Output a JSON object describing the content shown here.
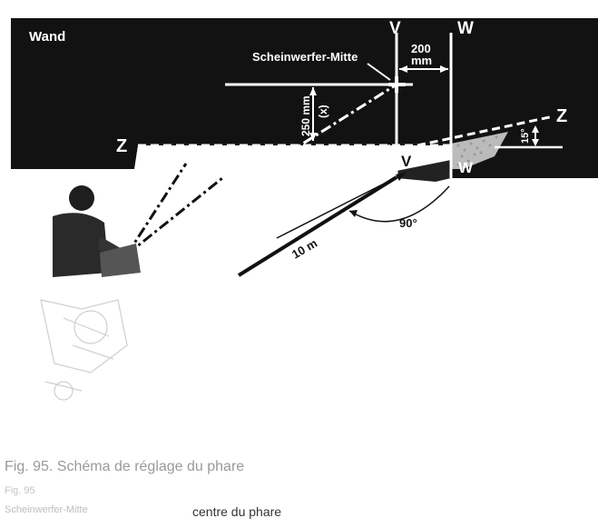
{
  "labels": {
    "wall": "Wand",
    "v_top": "V",
    "w_top": "W",
    "offset_value": "200",
    "offset_unit": "mm",
    "headlight_center": "Scheinwerfer-Mitte",
    "height_value": "250 mm",
    "height_var": "(x)",
    "z_left": "Z",
    "z_right": "Z",
    "angle_15": "15°",
    "v_bottom": "V",
    "w_bottom": "W",
    "angle_90": "90°",
    "distance": "10 m"
  },
  "caption": {
    "line1": "Fig. 95. Schéma de réglage du phare",
    "line2": "Fig. 95",
    "line3": "Scheinwerfer-Mitte",
    "line3_fr": "centre du phare"
  },
  "colors": {
    "wall": "#121212",
    "floor": "#ffffff",
    "ink": "#111111",
    "caption": "#9a9a9a"
  }
}
